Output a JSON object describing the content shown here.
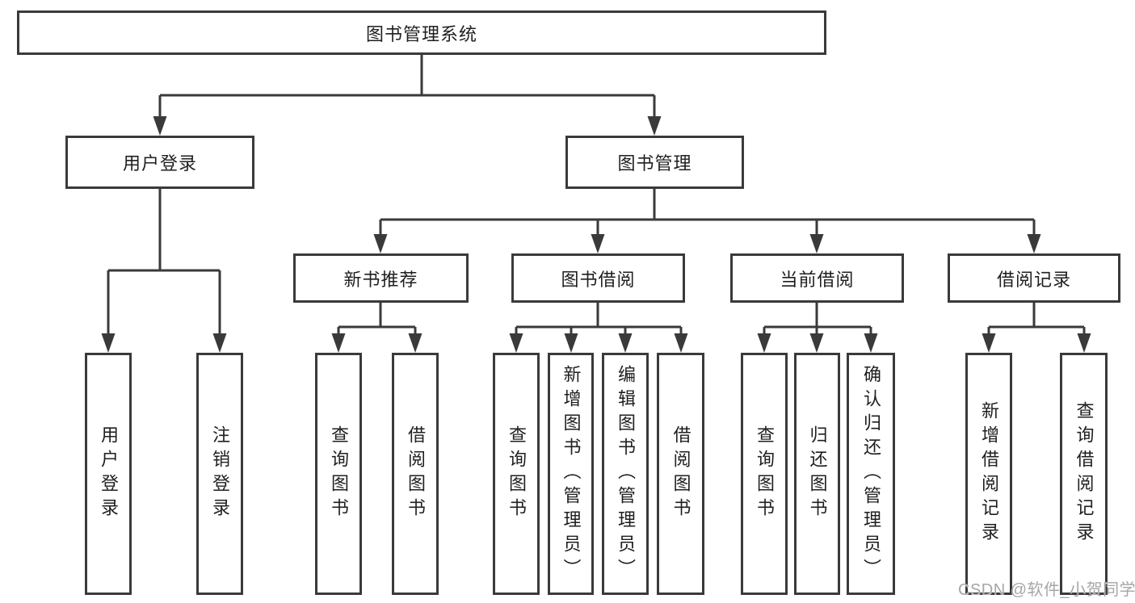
{
  "diagram_title": "图书管理系统",
  "tree": {
    "root": "图书管理系统",
    "user_module": {
      "label": "用户登录",
      "children": [
        "用户登录",
        "注销登录"
      ]
    },
    "book_module": {
      "label": "图书管理",
      "sections": [
        {
          "label": "新书推荐",
          "children": [
            "查询图书",
            "借阅图书"
          ]
        },
        {
          "label": "图书借阅",
          "children": [
            "查询图书",
            "新增图书（管理员）",
            "编辑图书（管理员）",
            "借阅图书"
          ]
        },
        {
          "label": "当前借阅",
          "children": [
            "查询图书",
            "归还图书",
            "确认归还（管理员）"
          ]
        },
        {
          "label": "借阅记录",
          "children": [
            "新增借阅记录",
            "查询借阅记录"
          ]
        }
      ]
    }
  },
  "watermark": "CSDN @软件_小贺同学",
  "colors": {
    "line": "#3a3a3a",
    "text": "#1f1f1f",
    "box_background": "#ffffff",
    "watermark": "#a6a6a6"
  }
}
